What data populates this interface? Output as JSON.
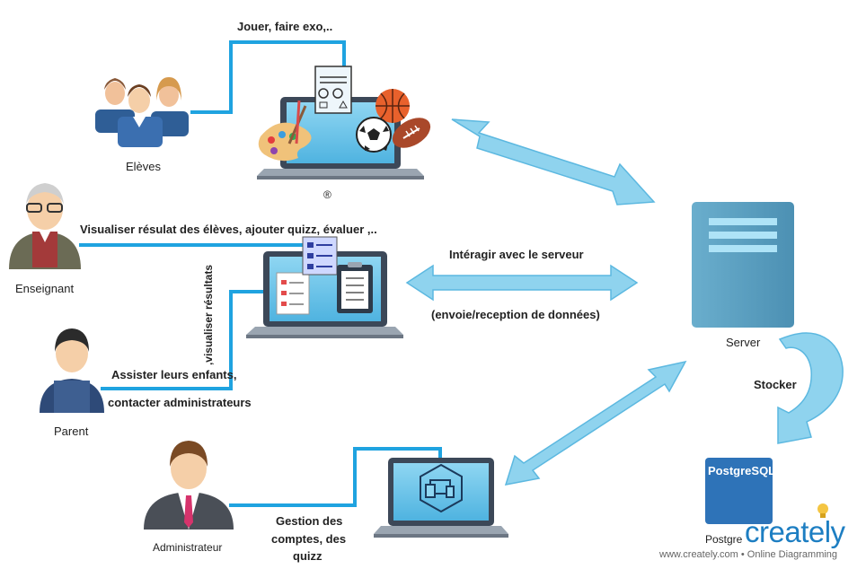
{
  "labels": {
    "eleves_action": "Jouer, faire exo,..",
    "eleves": "Elèves",
    "registered": "®",
    "enseignant_action": "Visualiser résulat des élèves, ajouter quizz, évaluer ,..",
    "enseignant": "Enseignant",
    "visualiser_resultats": ",visualiser résultats",
    "parent_action_1": "Assister leurs enfants,",
    "parent_action_2": "contacter administrateurs",
    "parent": "Parent",
    "admin": "Administrateur",
    "admin_action_1": "Gestion des",
    "admin_action_2": "comptes, des",
    "admin_action_3": "quizz",
    "interagir": "Intéragir avec le serveur",
    "envoie": "(envoie/reception de données)",
    "server": "Server",
    "stocker": "Stocker",
    "postgres_logo": "PostgreSQL",
    "postgres_caption": "Postgre"
  },
  "branding": {
    "logo": "creately",
    "tagline": "www.creately.com • Online Diagramming"
  },
  "colors": {
    "connector": "#1fa3e0",
    "arrow_fill": "#8fd3ee",
    "arrow_stroke": "#5cb8e0",
    "server": "#5fa4c4",
    "postgres": "#2e73b8",
    "brand_blue": "#1d7ec2"
  },
  "icons": [
    "students-icon",
    "teacher-icon",
    "parent-icon",
    "admin-icon",
    "laptop-icon",
    "server-icon",
    "database-icon",
    "bulb-icon"
  ]
}
